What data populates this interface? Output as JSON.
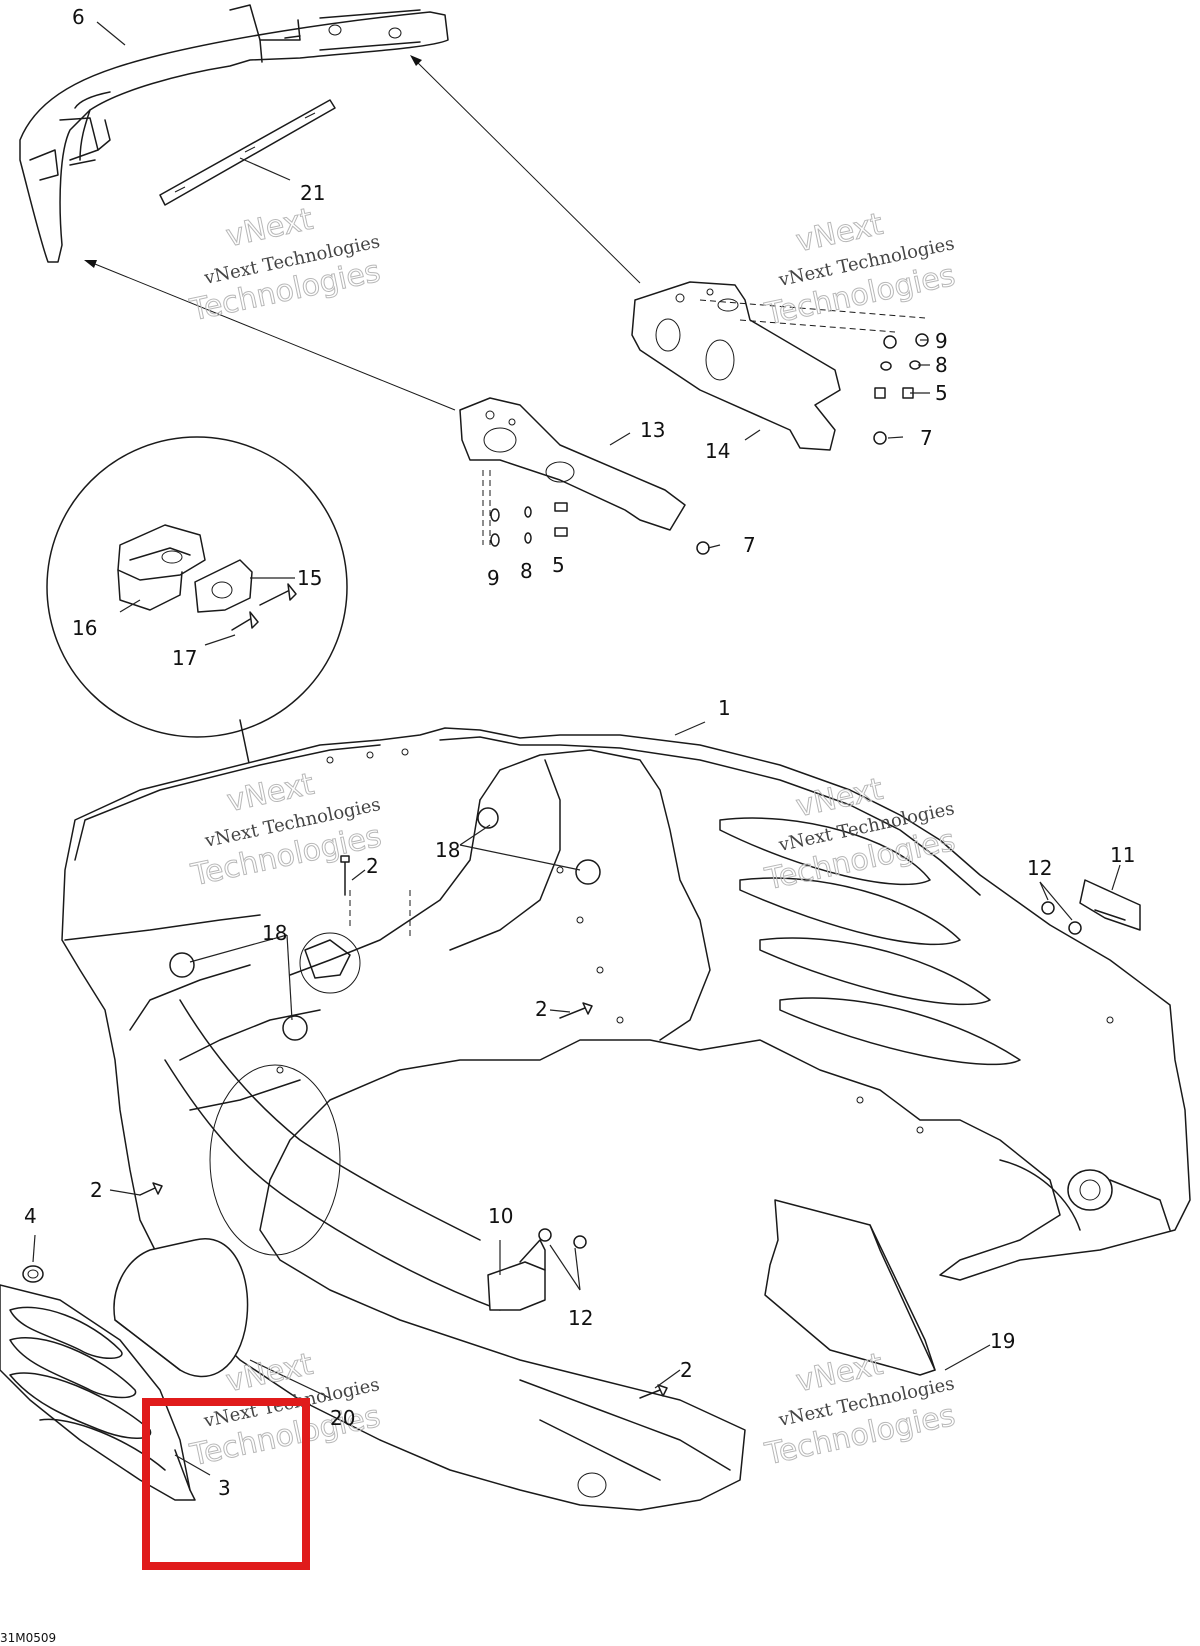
{
  "diagram": {
    "drawing_code": "31M0509",
    "watermark": {
      "line1": "vNext",
      "line2": "vNext Technologies",
      "line3": "Technologies"
    },
    "labels": {
      "p1": "1",
      "p2a": "2",
      "p2b": "2",
      "p2c": "2",
      "p2d": "2",
      "p3": "3",
      "p4": "4",
      "p5a": "5",
      "p5b": "5",
      "p6": "6",
      "p7a": "7",
      "p7b": "7",
      "p8a": "8",
      "p8b": "8",
      "p9a": "9",
      "p9b": "9",
      "p10": "10",
      "p11": "11",
      "p12a": "12",
      "p12b": "12",
      "p13": "13",
      "p14": "14",
      "p15": "15",
      "p16": "16",
      "p17": "17",
      "p18a": "18",
      "p18b": "18",
      "p19": "19",
      "p20": "20",
      "p21": "21"
    },
    "highlight_color": "#e01b1b"
  }
}
